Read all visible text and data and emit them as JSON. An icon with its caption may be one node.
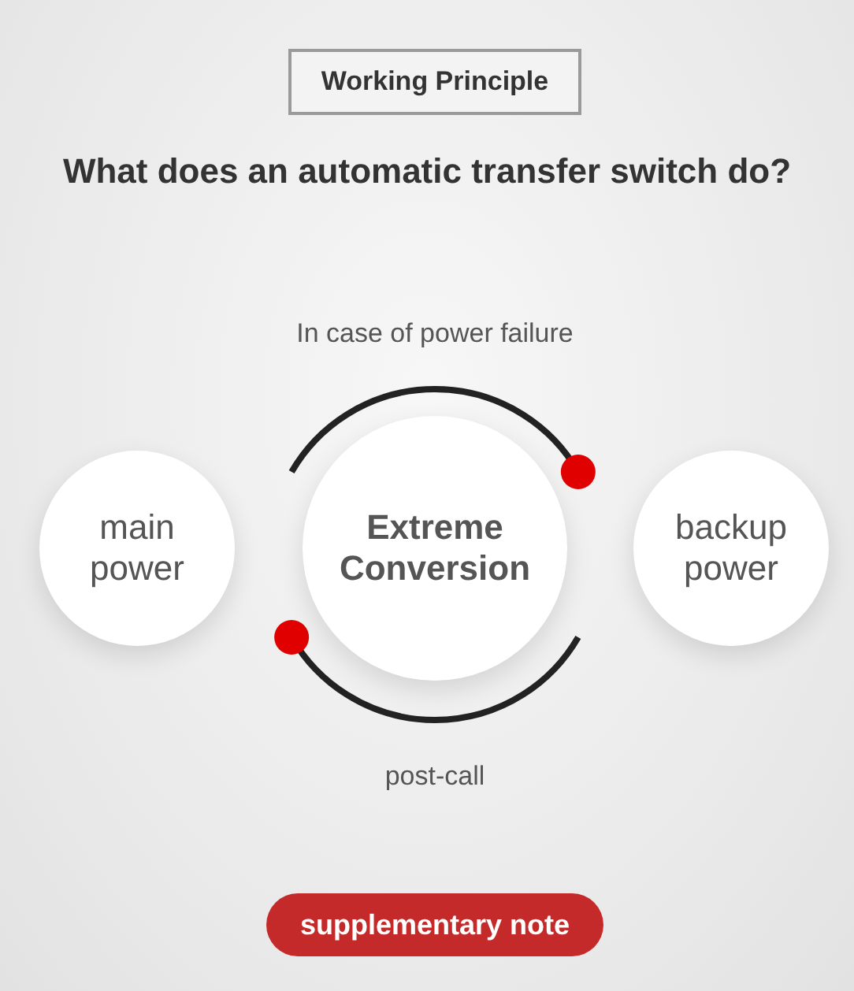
{
  "diagram": {
    "title": "What does an automatic transfer switch do?",
    "nodes": [
      {
        "text": [
          "Working Principle"
        ]
      },
      {
        "text": [
          "main power"
        ]
      },
      {
        "text": [
          "Extreme Conversion"
        ]
      },
      {
        "text": [
          "backup power"
        ]
      },
      {
        "text": [
          "supplementary note"
        ]
      }
    ],
    "labels": [
      "In case of power failure",
      "post-call"
    ]
  }
}
